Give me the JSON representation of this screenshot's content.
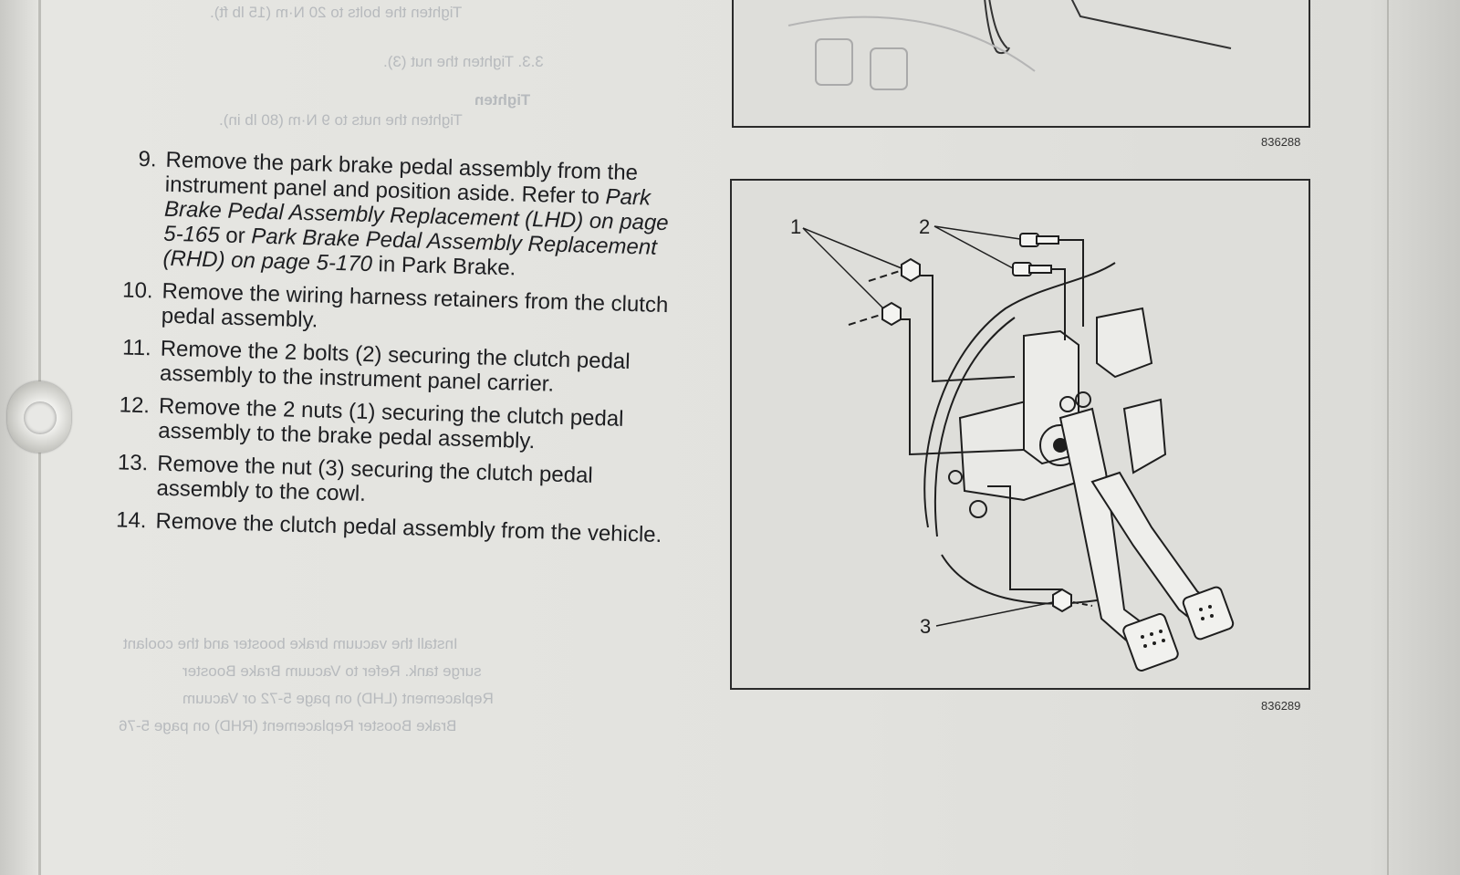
{
  "steps": [
    {
      "num": "9.",
      "text_before": "Remove the park brake pedal assembly from the instrument panel and position aside. Refer to ",
      "ref1": "Park Brake Pedal Assembly Replacement (LHD) on page 5-165",
      "text_mid": " or ",
      "ref2": "Park Brake Pedal Assembly Replacement (RHD) on page 5-170",
      "text_after": " in Park Brake."
    },
    {
      "num": "10.",
      "text": "Remove the wiring harness retainers from the clutch pedal assembly."
    },
    {
      "num": "11.",
      "text": "Remove the 2 bolts (2) securing the clutch pedal assembly to the instrument panel carrier."
    },
    {
      "num": "12.",
      "text": "Remove the 2 nuts (1) securing the clutch pedal assembly to the brake pedal assembly."
    },
    {
      "num": "13.",
      "text": "Remove the nut (3) securing the clutch pedal assembly to the cowl."
    },
    {
      "num": "14.",
      "text": "Remove the clutch pedal assembly from the vehicle."
    }
  ],
  "figures": {
    "top_number": "836288",
    "main_number": "836289",
    "callouts": [
      "1",
      "2",
      "3"
    ]
  },
  "ghost_text": [
    "Tighten the bolts to 20 N·m (15 lb ft).",
    "3.3. Tighten the nut (3).",
    "Tighten",
    "Tighten the nuts to 9 N·m (80 lb in).",
    "Install the vacuum brake booster and the coolant",
    "surge tank. Refer to Vacuum Brake Booster",
    "Replacement (LHD) on page 5-72 or Vacuum",
    "Brake Booster Replacement (RHD) on page 5-76"
  ]
}
